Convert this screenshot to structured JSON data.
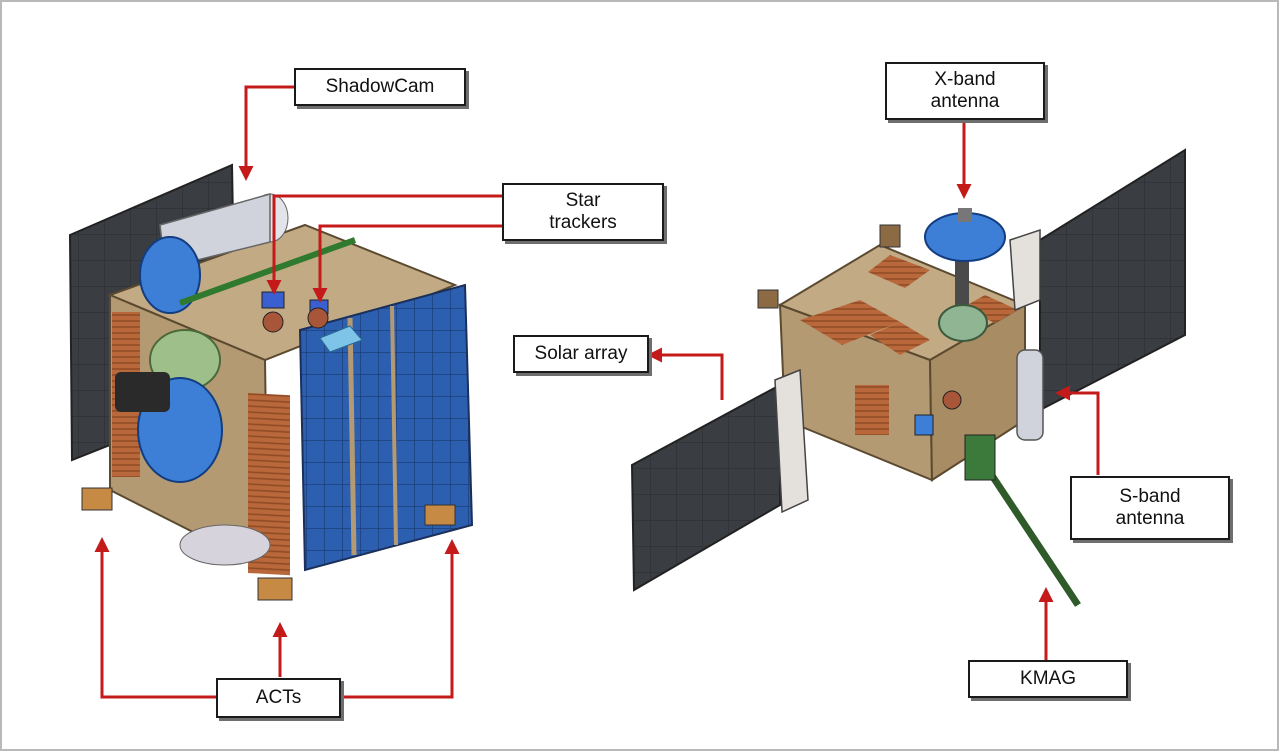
{
  "labels": {
    "shadowcam": "ShadowCam",
    "star_trackers": "Star\ntrackers",
    "x_band": "X-band\nantenna",
    "solar_array": "Solar array",
    "s_band": "S-band\nantenna",
    "acts": "ACTs",
    "kmag": "KMAG"
  },
  "colors": {
    "leader_line": "#c41a1a",
    "panel_dark": "#3a3d42",
    "solar_blue": "#2d5fb0",
    "bus_tan": "#b49a72",
    "copper": "#b8683a",
    "antenna_blue": "#3d7fd6",
    "boom_green": "#2f5a2a",
    "canister": "#d0d3dc"
  }
}
